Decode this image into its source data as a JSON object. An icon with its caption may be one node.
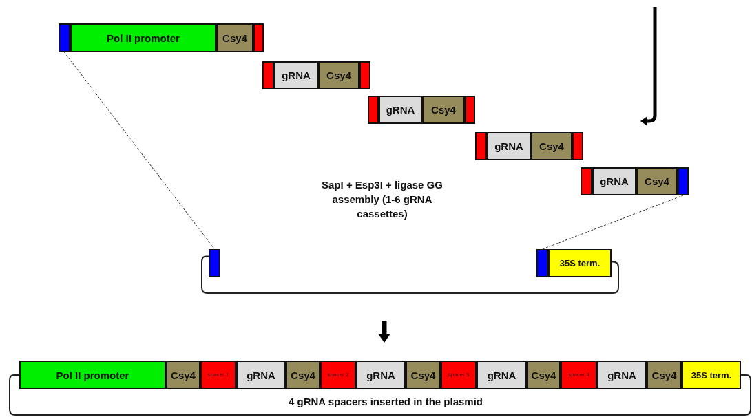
{
  "diagram": {
    "nodes": [
      {
        "text": [],
        "shape": "box"
      },
      {
        "text": [
          "Pol II promoter"
        ]
      },
      {
        "text": [
          "Csy4"
        ]
      },
      {
        "text": [],
        "shape": "box"
      },
      {
        "text": [],
        "shape": "box"
      },
      {
        "text": [
          "gRNA"
        ]
      },
      {
        "text": [
          "Csy4"
        ]
      },
      {
        "text": [],
        "shape": "box"
      },
      {
        "text": [],
        "shape": "box"
      },
      {
        "text": [
          "gRNA"
        ]
      },
      {
        "text": [
          "Csy4"
        ]
      },
      {
        "text": [],
        "shape": "box"
      },
      {
        "text": [],
        "shape": "box"
      },
      {
        "text": [
          "gRNA"
        ]
      },
      {
        "text": [
          "Csy4"
        ]
      },
      {
        "text": [],
        "shape": "box"
      },
      {
        "text": [],
        "shape": "box"
      },
      {
        "text": [
          "gRNA"
        ]
      },
      {
        "text": [
          "Csy4"
        ]
      },
      {
        "text": [],
        "shape": "box"
      },
      {
        "text": [],
        "shape": "box"
      },
      {
        "text": [],
        "shape": "box"
      },
      {
        "text": [
          "35S term."
        ]
      },
      {
        "text": [
          "Pol II promoter"
        ]
      },
      {
        "text": [
          "Csy4"
        ]
      },
      {
        "text": [
          "spacer 1"
        ]
      },
      {
        "text": [
          "gRNA"
        ]
      },
      {
        "text": [
          "Csy4"
        ]
      },
      {
        "text": [
          "spacer 2"
        ]
      },
      {
        "text": [
          "gRNA"
        ]
      },
      {
        "text": [
          "Csy4"
        ]
      },
      {
        "text": [
          "spacer 3"
        ]
      },
      {
        "text": [
          "gRNA"
        ]
      },
      {
        "text": [
          "Csy4"
        ]
      },
      {
        "text": [
          "spacer 4"
        ]
      },
      {
        "text": [
          "gRNA"
        ]
      },
      {
        "text": [
          "Csy4"
        ]
      },
      {
        "text": [
          "35S term."
        ]
      }
    ],
    "edges": [
      {
        "from": 0,
        "to": 20,
        "arrow": "none",
        "style": "dashed"
      },
      {
        "from": 19,
        "to": 21,
        "arrow": "none",
        "style": "dashed"
      },
      {
        "from": 20,
        "to": 22,
        "arrow": "none"
      },
      {
        "from": 23,
        "to": 37,
        "arrow": "none"
      }
    ],
    "labels": [
      "SapI + Esp3I + ligase GG assembly (1-6 gRNA cassettes)",
      "4 gRNA spacers inserted in the plasmid"
    ]
  }
}
